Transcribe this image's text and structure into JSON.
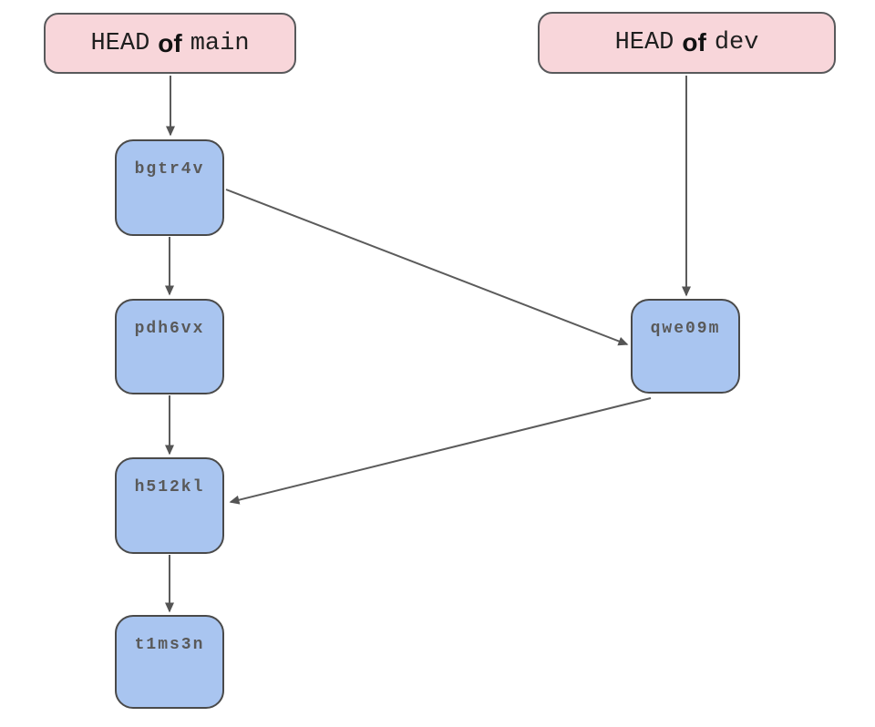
{
  "diagram": {
    "kind": "git-commit-graph",
    "colors": {
      "head_fill": "#f8d6da",
      "head_border": "#58595b",
      "commit_fill": "#a9c5f0",
      "commit_border": "#4a4a4a",
      "arrow": "#5b5b5b",
      "commit_text": "#595959",
      "head_text": "#1f1f1f"
    },
    "heads": [
      {
        "id": "head-main",
        "word1": "HEAD",
        "word2": "of",
        "word3": "main"
      },
      {
        "id": "head-dev",
        "word1": "HEAD",
        "word2": "of",
        "word3": "dev"
      }
    ],
    "commits": [
      {
        "id": "bgtr4v",
        "label": "bgtr4v"
      },
      {
        "id": "pdh6vx",
        "label": "pdh6vx"
      },
      {
        "id": "h512kl",
        "label": "h512kl"
      },
      {
        "id": "t1ms3n",
        "label": "t1ms3n"
      },
      {
        "id": "qwe09m",
        "label": "qwe09m"
      }
    ],
    "edges": [
      {
        "from": "head-main",
        "to": "bgtr4v"
      },
      {
        "from": "bgtr4v",
        "to": "pdh6vx"
      },
      {
        "from": "pdh6vx",
        "to": "h512kl"
      },
      {
        "from": "h512kl",
        "to": "t1ms3n"
      },
      {
        "from": "head-dev",
        "to": "qwe09m"
      },
      {
        "from": "bgtr4v",
        "to": "qwe09m"
      },
      {
        "from": "qwe09m",
        "to": "h512kl"
      }
    ]
  }
}
